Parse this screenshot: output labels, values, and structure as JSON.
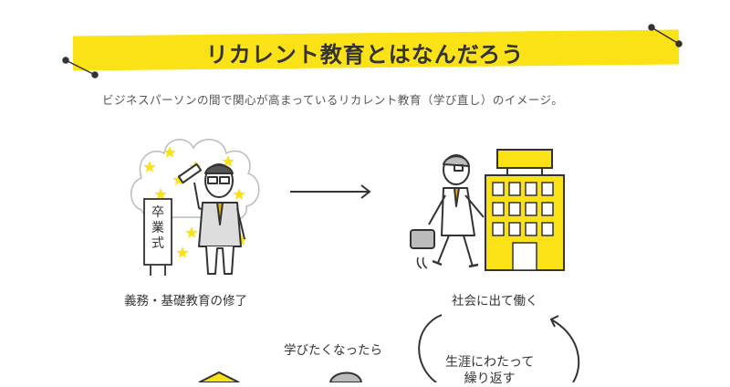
{
  "title": "リカレント教育とはなんだろう",
  "subtitle": "ビジネスパーソンの間で関心が高まっているリカレント教育（学び直し）のイメージ。",
  "steps": {
    "graduation": {
      "caption": "義務・基礎教育の修了",
      "sign": "卒業式"
    },
    "work": {
      "caption": "社会に出て働く"
    },
    "relearn": {
      "caption": "学びたくなったら"
    },
    "cycle": {
      "line1": "生涯にわたって",
      "line2": "繰り返す"
    }
  },
  "colors": {
    "accent": "#fbe216",
    "ink": "#333333",
    "tie": "#e0b300"
  }
}
